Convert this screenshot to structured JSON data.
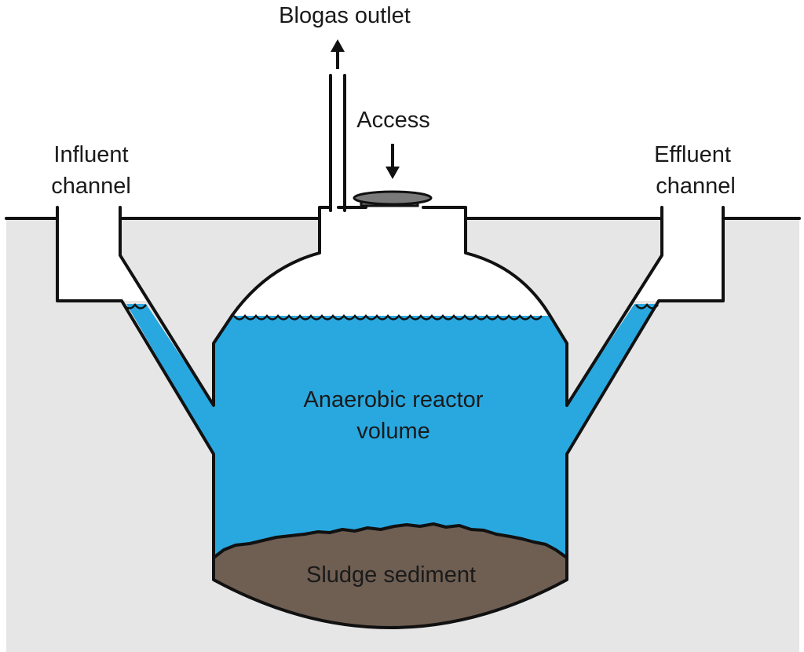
{
  "labels": {
    "biogas_outlet": "Blogas outlet",
    "access": "Access",
    "influent_line1": "Influent",
    "influent_line2": "channel",
    "effluent_line1": "Effluent",
    "effluent_line2": "channel",
    "reactor_line1": "Anaerobic reactor",
    "reactor_line2": "volume",
    "sludge": "Sludge sediment"
  },
  "colors": {
    "soil": "#e6e6e6",
    "liquid": "#29a8e0",
    "sludge": "#6f5e52",
    "access_cover": "#7a7a7a",
    "outline": "#111111",
    "gas_space": "#ffffff"
  }
}
